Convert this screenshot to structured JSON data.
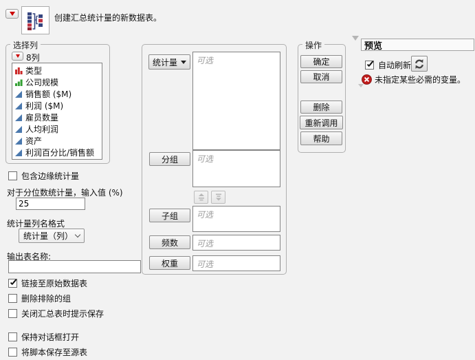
{
  "header": {
    "title": "创建汇总统计量的新数据表。"
  },
  "select_columns": {
    "group_label": "选择列",
    "column_count_label": "8列",
    "columns": [
      {
        "name": "类型",
        "type": "nominal"
      },
      {
        "name": "公司规模",
        "type": "ordinal"
      },
      {
        "name": "销售额 ($M)",
        "type": "continuous"
      },
      {
        "name": "利润 ($M)",
        "type": "continuous"
      },
      {
        "name": "雇员数量",
        "type": "continuous"
      },
      {
        "name": "人均利润",
        "type": "continuous"
      },
      {
        "name": "资产",
        "type": "continuous"
      },
      {
        "name": "利润百分比/销售额",
        "type": "continuous"
      }
    ]
  },
  "options": {
    "include_marginal": {
      "label": "包含边缘统计量",
      "checked": false
    },
    "quantile_label": "对于分位数统计量，输入值 (%)",
    "quantile_value": "25",
    "stat_col_format_label": "统计量列名格式",
    "stat_col_format_value": "统计量（列）",
    "output_table_label": "输出表名称:",
    "output_table_value": "",
    "checkboxes": [
      {
        "label": "链接至原始数据表",
        "checked": true
      },
      {
        "label": "删除排除的组",
        "checked": false
      },
      {
        "label": "关闭汇总表时提示保存",
        "checked": false
      }
    ],
    "bottom_checkboxes": [
      {
        "label": "保持对话框打开",
        "checked": false
      },
      {
        "label": "将脚本保存至源表",
        "checked": false
      }
    ]
  },
  "cast": {
    "stats_button_label": "统计量",
    "group_button_label": "分组",
    "subgroup_button_label": "子组",
    "freq_button_label": "频数",
    "weight_button_label": "权重",
    "placeholder": "可选"
  },
  "actions": {
    "group_label": "操作",
    "buttons": [
      "确定",
      "取消",
      "删除",
      "重新调用",
      "帮助"
    ]
  },
  "preview": {
    "title": "预览",
    "auto_refresh_label": "自动刷新",
    "error_message": "未指定某些必需的变量。"
  },
  "icons": [
    "red-triangle-icon",
    "summary-table-icon",
    "nominal-icon",
    "ordinal-icon",
    "continuous-icon",
    "dropdown-chevron-icon",
    "move-up-icon",
    "move-down-icon",
    "refresh-icon",
    "error-icon",
    "disclosure-triangle-icon",
    "collapsed-outline-icon"
  ],
  "colors": {
    "background": "#f2f2f2",
    "accent_red": "#cc0000",
    "nominal_red": "#cc2a2a",
    "ordinal_green": "#33a033",
    "continuous_blue": "#4a78ad",
    "error_red": "#c01d1d"
  }
}
